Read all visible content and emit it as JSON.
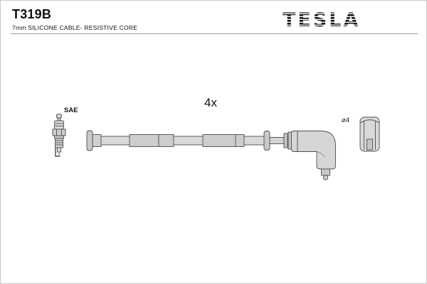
{
  "header": {
    "part_number": "T319B",
    "subtitle": "7mm SILICONE CABLE- RESISTIVE CORE",
    "brand": "TESLA"
  },
  "diagram": {
    "quantity_label": "4x",
    "spark_plug_standard_label": "SAE",
    "diameter_label": "⌀4"
  },
  "colors": {
    "logo_stripe": "#1a1a1a",
    "line": "#4d4d4d",
    "part_fill": "#d9d9d9",
    "divider": "#9a9a9a",
    "background": "#ffffff"
  }
}
